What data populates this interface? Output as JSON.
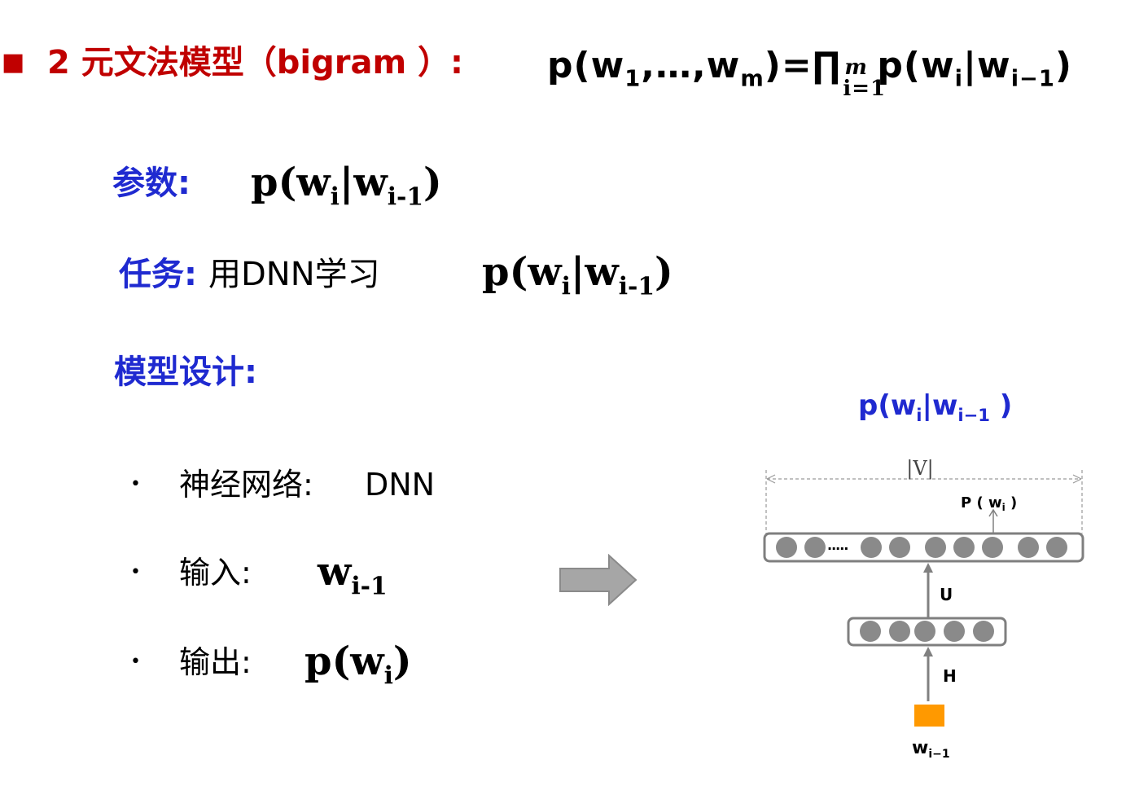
{
  "title": {
    "bullet": "■",
    "text": "2 元文法模型（bigram ）:",
    "formula": {
      "lhs_open": "p(w",
      "lhs_sub1": "1",
      "lhs_mid": ",…,w",
      "lhs_subm": "m",
      "eq": ")=∏",
      "prod_sup": "m",
      "prod_sub": "i=1",
      "rhs_p": "p(w",
      "rhs_sub_i": "i",
      "rhs_bar": "|w",
      "rhs_sub_prev": "i−1",
      "rhs_close": ")"
    }
  },
  "params": {
    "label": "参数:",
    "formula_open": "p(w",
    "formula_sub_i": "i",
    "formula_bar": "|w",
    "formula_sub_prev": "i-1",
    "formula_close": ")"
  },
  "task": {
    "label": "任务",
    "colon": ":",
    "text": "用DNN学习",
    "formula_open": "p(w",
    "formula_sub_i": "i",
    "formula_bar": "|w",
    "formula_sub_prev": "i-1",
    "formula_close": ")"
  },
  "design": {
    "label": "模型设计:"
  },
  "bullets": [
    {
      "marker": "•",
      "label": "神经网络:",
      "value": "DNN"
    },
    {
      "marker": "•",
      "label": "输入:",
      "value_main": "w",
      "value_sub": "i-1"
    },
    {
      "marker": "•",
      "label": "输出:",
      "value_open": "p(w",
      "value_sub": "i",
      "value_close": ")"
    }
  ],
  "diagram": {
    "top_label": {
      "open": "p(w",
      "sub_i": "i",
      "bar": "|w",
      "sub_prev": "i−1",
      "close": " )"
    },
    "vocab_label": "|V|",
    "pw_label": {
      "open": "P ( w",
      "sub": "i",
      "close": " )"
    },
    "output_dots": "·····",
    "u_label": "U",
    "h_label": "H",
    "input_label": {
      "main": "w",
      "sub": "i−1"
    },
    "colors": {
      "node": "#8a8a8a",
      "layer_border": "#7f7f7f",
      "arrow": "#808080",
      "input_box": "#ff9900",
      "big_arrow": "#a6a6a6"
    }
  }
}
